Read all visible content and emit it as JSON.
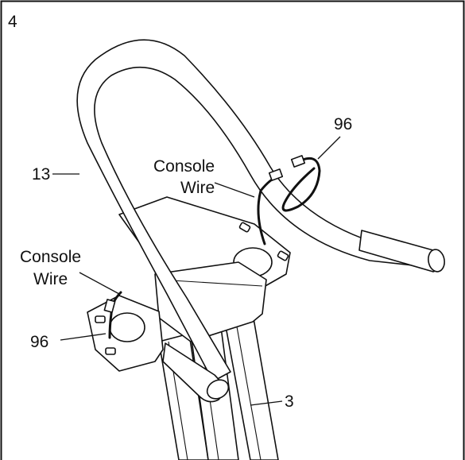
{
  "step_number": "4",
  "callouts": {
    "handlebar": "13",
    "upright": "3",
    "wire_upper": "96",
    "wire_lower": "96",
    "console_wire_upper": [
      "Console",
      "Wire"
    ],
    "console_wire_lower": [
      "Console",
      "Wire"
    ]
  }
}
